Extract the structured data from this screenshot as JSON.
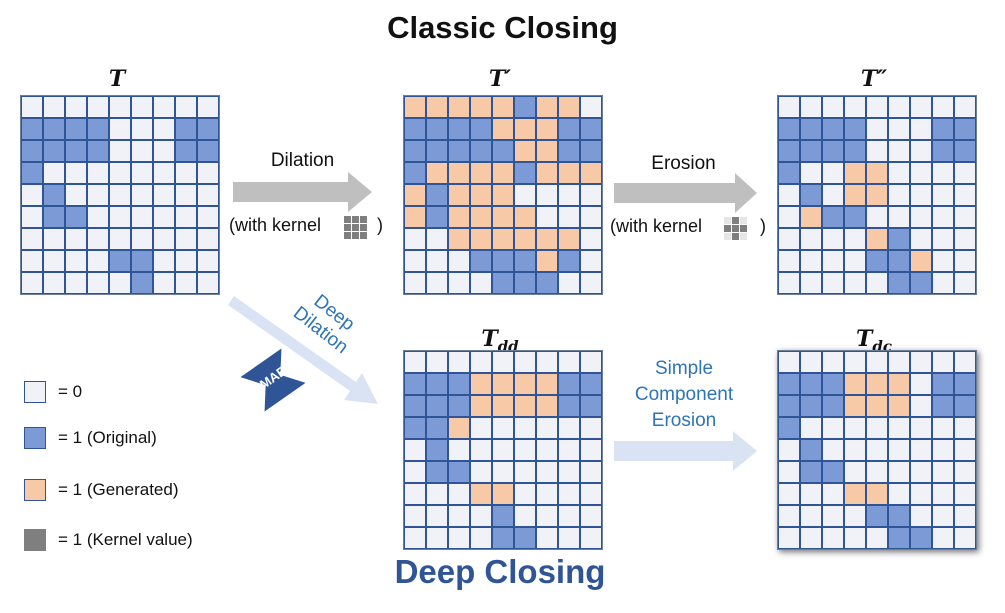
{
  "titles": {
    "top": "Classic Closing",
    "bottom": "Deep Closing"
  },
  "grids": {
    "T": {
      "label": "T",
      "sub": "",
      "rows": [
        "000000000",
        "111100011",
        "111100011",
        "100000000",
        "010000000",
        "011000000",
        "000000000",
        "000011000",
        "000001000"
      ]
    },
    "T1": {
      "label": "T′",
      "sub": "",
      "rows": [
        "222221220",
        "111122211",
        "111112211",
        "122221222",
        "212220000",
        "212222000",
        "002222220",
        "000111210",
        "000011100"
      ]
    },
    "T2": {
      "label": "T″",
      "sub": "",
      "rows": [
        "000000000",
        "111100011",
        "111100011",
        "100220000",
        "010220000",
        "021100000",
        "000021000",
        "000011200",
        "000001100"
      ]
    },
    "Tdd": {
      "label": "T",
      "sub": "dd",
      "rows": [
        "000000000",
        "111222211",
        "111222211",
        "112000000",
        "010000000",
        "011000000",
        "000220000",
        "000010000",
        "000011000"
      ]
    },
    "Tdc": {
      "label": "T",
      "sub": "dc",
      "rows": [
        "000000000",
        "111222011",
        "111222011",
        "100000000",
        "010000000",
        "011000000",
        "000220000",
        "000011000",
        "000001100"
      ]
    }
  },
  "operations": {
    "dilation": {
      "label": "Dilation",
      "kernel_text_a": "(with kernel",
      "kernel_text_b": ")"
    },
    "erosion": {
      "label": "Erosion",
      "kernel_text_a": "(with kernel",
      "kernel_text_b": ")"
    },
    "deep_dilation": {
      "line1": "Deep",
      "line2": "Dilation",
      "badge": "MAE"
    },
    "simple_erosion": {
      "line1": "Simple",
      "line2": "Component",
      "line3": "Erosion"
    }
  },
  "kernels": {
    "dilation": [
      1,
      1,
      1,
      1,
      1,
      1,
      1,
      1,
      1
    ],
    "erosion": [
      0,
      1,
      0,
      1,
      1,
      1,
      0,
      1,
      0
    ]
  },
  "legend": [
    {
      "swatch": "#F0F2F7",
      "text": "= 0"
    },
    {
      "swatch": "#7C9BD6",
      "text": "= 1 (Original)"
    },
    {
      "swatch": "#F8C9A6",
      "text": "= 1 (Generated)"
    },
    {
      "swatch": "#7f7f7f",
      "text": "= 1 (Kernel value)"
    }
  ],
  "colors": {
    "empty": "#F0F2F7",
    "original": "#7C9BD6",
    "generated": "#F8C9A6",
    "kernel": "#7f7f7f",
    "accent": "#2F5597",
    "arrow_gray": "#BFBFBF",
    "arrow_light": "#DAE3F3"
  }
}
